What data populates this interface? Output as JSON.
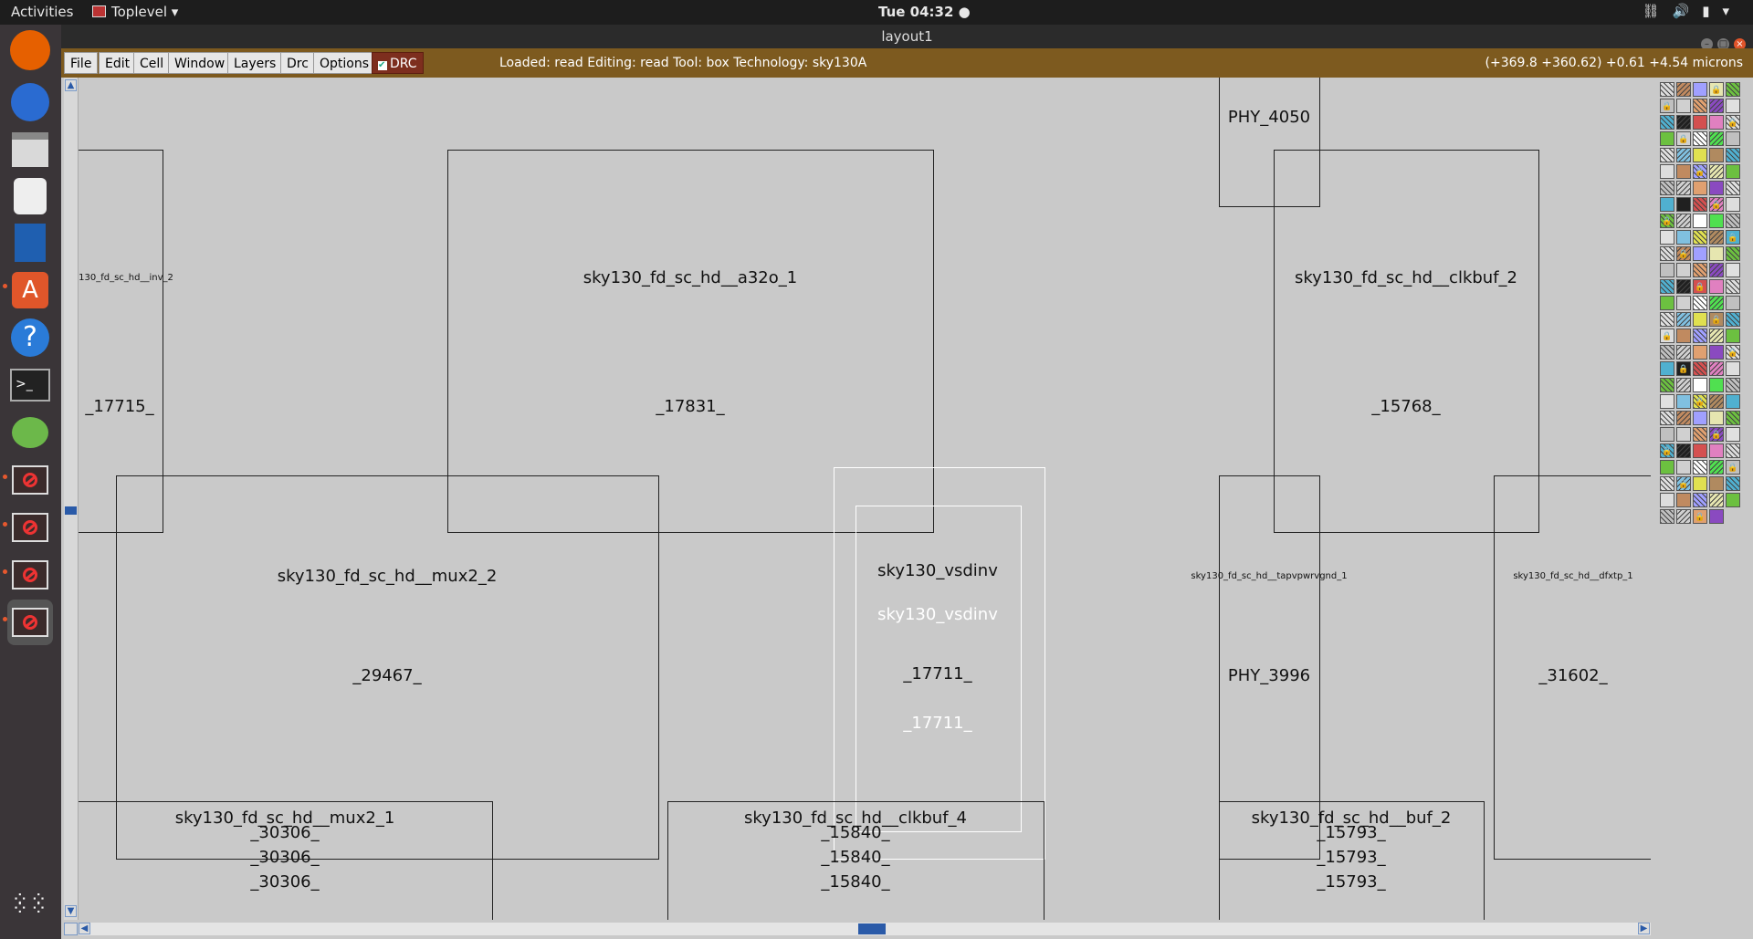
{
  "topbar": {
    "activities": "Activities",
    "app_menu": "Toplevel",
    "clock": "Tue 04:32",
    "system_icons": [
      "network-icon",
      "volume-icon",
      "battery-icon",
      "power-icon"
    ]
  },
  "window": {
    "title": "layout1"
  },
  "menubar": {
    "items": [
      "File",
      "Edit",
      "Cell",
      "Window",
      "Layers",
      "Drc",
      "Options"
    ],
    "drc_toggle": "DRC",
    "drc_checked": true,
    "status": "Loaded: read  Editing: read  Tool: box   Technology: sky130A",
    "coords": "(+369.8 +360.62) +0.61 +4.54 microns"
  },
  "dock": {
    "apps": [
      "firefox-icon",
      "thunderbird-icon",
      "files-icon",
      "rhythmbox-icon",
      "libreoffice-writer-icon",
      "app-center-icon",
      "help-icon",
      "terminal-icon",
      "text-editor-icon",
      "denied-app-icon",
      "denied-app-icon",
      "denied-app-icon",
      "denied-app-icon"
    ],
    "grid": "show-applications-icon"
  },
  "cells": [
    {
      "name": "PHY_4050",
      "inst": ""
    },
    {
      "name": "130_fd_sc_hd__inv_2",
      "inst": "_17715_"
    },
    {
      "name": "sky130_fd_sc_hd__a32o_1",
      "inst": "_17831_"
    },
    {
      "name": "sky130_fd_sc_hd__clkbuf_2",
      "inst": "_15768_"
    },
    {
      "name": "sky130_fd_sc_hd__mux2_2",
      "inst": "_29467_"
    },
    {
      "name": "sky130_vsdinv",
      "inst": "_17711_"
    },
    {
      "name": "sky130_vsdinv",
      "inst": "_17711_"
    },
    {
      "name": "sky130_fd_sc_hd__tapvpwrvgnd_1",
      "inst": "PHY_3996"
    },
    {
      "name": "sky130_fd_sc_hd__dfxtp_1",
      "inst": "_31602_"
    },
    {
      "name": "sky130_fd_sc_hd__mux2_1",
      "inst": "_30306_"
    },
    {
      "name": "sky130_fd_sc_hd__clkbuf_4",
      "inst": "_15840_"
    },
    {
      "name": "sky130_fd_sc_hd__buf_2",
      "inst": "_15793_"
    }
  ],
  "colors": {
    "menubar_bg": "#7d5a1f",
    "canvas_bg": "#c9c9c9",
    "drc_bg": "#7d2e1e",
    "scroll_accent": "#2a5aa8"
  }
}
